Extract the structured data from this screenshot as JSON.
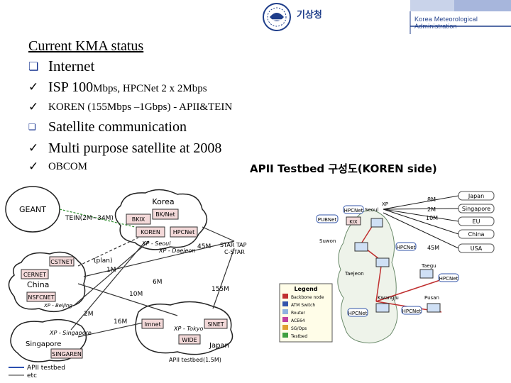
{
  "header": {
    "logo_text": "기상청",
    "org_name": "Korea Meteorological Administration"
  },
  "content": {
    "title": "Current KMA status",
    "bullets": [
      {
        "marker": "q",
        "text": "Internet",
        "level": 1
      },
      {
        "marker": "ü",
        "text_a": "ISP 100",
        "text_b": "Mbps, HPCNet 2 x 2Mbps",
        "level": 2
      },
      {
        "marker": "ü",
        "text": "KOREN (155Mbps –1Gbps) - APII&TEIN",
        "level": 2
      },
      {
        "marker": "q",
        "text": "Satellite communication",
        "level": 1
      },
      {
        "marker": "ü",
        "text": "Multi purpose satellite at 2008",
        "level": 2
      },
      {
        "marker": "ü",
        "text": "OBCOM",
        "level": 2
      }
    ]
  },
  "left_diagram": {
    "nodes": {
      "geant": "GEANT",
      "korea": "Korea",
      "bkix": "BKIX",
      "bkanet": "BK/Net",
      "koren": "KOREN",
      "hpcnet": "HPCNet",
      "xp_seoul": "XP - Seoul",
      "xp_daejeon": "XP - Daejeon",
      "star_tap": "STAR TAP",
      "c_star": "C-STAR",
      "cstnet": "CSTNET",
      "cernet": "CERNET",
      "china": "China",
      "nsfcnet": "NSFCNET",
      "xp_beijing": "XP - Beijing",
      "xp_singapore": "XP - Singapore",
      "singapore": "Singapore",
      "singaren": "SINGAREN",
      "imnet": "Imnet",
      "xp_tokyo": "XP - Tokyo",
      "sinet": "SINET",
      "wide": "WIDE",
      "japan": "Japan"
    },
    "links": {
      "teinn": "TEIN(2M~34M)",
      "plan": "(plan)",
      "l1m": "1M",
      "l2m": "2M",
      "l6m": "6M",
      "l10m": "10M",
      "l45m": "45M",
      "l155m": "155M",
      "l16m": "16M",
      "japan_link": "APII testbed(1.5M)"
    },
    "legend": {
      "item1": "APII testbed",
      "item2": "etc"
    }
  },
  "right_diagram": {
    "title": "APII Testbed 구성도(KOREN side)",
    "nodes": {
      "xp": "XP",
      "seoul": "Seoul",
      "hpcnet_top": "HPCNet",
      "pubnet": "PUBNet",
      "kix": "KIX",
      "suwon": "Suwon",
      "taejeon": "Taejeon",
      "hpcnet_mid": "HPCNet",
      "taegu": "Taegu",
      "hpcnet_taegu": "HPCNet",
      "kwangju": "Kwangju",
      "pusan": "Pusan",
      "hpcnet_kwangju": "HPCNet",
      "hpcnet_pusan": "HPCNet"
    },
    "remote": {
      "japan": "Japan",
      "singapore": "Singapore",
      "eu": "EU",
      "china": "China",
      "usa": "USA",
      "m8": "8M",
      "m2": "2M",
      "m10": "10M",
      "m45": "45M"
    },
    "legend": {
      "title": "Legend",
      "items": [
        "Backbone node",
        "ATM Switch",
        "Router",
        "ACE64",
        "SG/Ops",
        "Testbed"
      ]
    }
  }
}
